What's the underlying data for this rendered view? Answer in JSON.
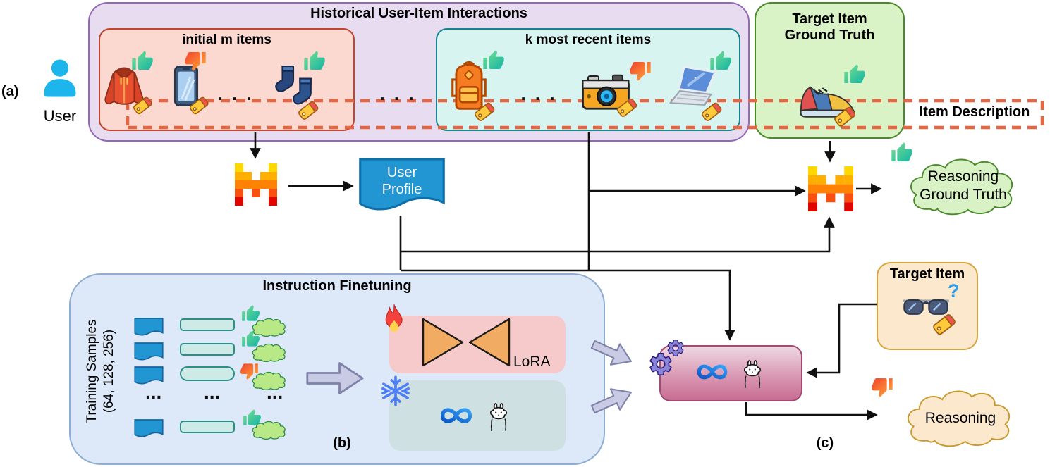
{
  "labels": {
    "panel_a": "(a)",
    "panel_b": "(b)",
    "panel_c": "(c)",
    "user": "User",
    "historical_title": "Historical User-Item Interactions",
    "initial_items_title": "initial m items",
    "recent_items_title": "k most recent items",
    "target_gt_line1": "Target Item",
    "target_gt_line2": "Ground Truth",
    "item_description": "Item Description",
    "user_profile_line1": "User",
    "user_profile_line2": "Profile",
    "reasoning_gt_line1": "Reasoning",
    "reasoning_gt_line2": "Ground Truth",
    "instruction_title": "Instruction Finetuning",
    "training_samples_line1": "Training Samples",
    "training_samples_line2": "(64, 128, 256)",
    "lora": "LoRA",
    "target_item_title": "Target Item",
    "question_mark": "?",
    "reasoning": "Reasoning",
    "ellipsis": ". . .",
    "vdots": "..."
  },
  "historical_interactions": {
    "initial_items": [
      {
        "item": "hoodie",
        "feedback": "thumbs-up"
      },
      {
        "item": "smartphone",
        "feedback": "thumbs-down"
      },
      {
        "item": "socks",
        "feedback": "thumbs-up"
      }
    ],
    "recent_items": [
      {
        "item": "backpack",
        "feedback": "thumbs-up"
      },
      {
        "item": "camera",
        "feedback": "thumbs-down"
      },
      {
        "item": "laptop",
        "feedback": "thumbs-up"
      }
    ],
    "every_item_has": "price-tag"
  },
  "target_ground_truth": {
    "item": "sneaker",
    "feedback": "thumbs-up"
  },
  "inference": {
    "target_item": "sunglasses",
    "predicted_feedback": "thumbs-down"
  },
  "training_rows": [
    {
      "input": "doc",
      "prompt": "field",
      "feedback": "thumbs-up",
      "output": "reasoning-cloud"
    },
    {
      "input": "doc",
      "prompt": "field",
      "feedback": "thumbs-up",
      "output": "reasoning-cloud"
    },
    {
      "input": "doc",
      "prompt": "field",
      "feedback": "thumbs-down",
      "output": "reasoning-cloud"
    },
    {
      "input": "doc",
      "prompt": "field",
      "feedback": "thumbs-up",
      "output": "reasoning-cloud"
    }
  ],
  "colors": {
    "historical_fill": "#e8ddf0",
    "historical_border": "#9368b5",
    "initial_fill": "#fbd9d1",
    "initial_border": "#c2452f",
    "recent_fill": "#d8f4f0",
    "recent_border": "#178290",
    "target_gt_fill": "#daf3c6",
    "target_gt_border": "#4a8a2a",
    "dashed_band": "#e96540",
    "instruction_fill": "#dde9f8",
    "instruction_border": "#8fadd2",
    "lora_fill": "#f6caca",
    "frozen_fill": "#cfe0e2",
    "llm_box_top": "#eed8e2",
    "llm_box_bottom": "#c76d93",
    "llm_box_border": "#a14a73",
    "target_item_fill": "#fbe8cd",
    "target_item_border": "#d9a43b",
    "profile_fill": "#2196d3",
    "meta_blue": "#1877f2",
    "user_icon": "#1cb5ec",
    "mistral_rows": [
      "#ffd800",
      "#ffaf00",
      "#ff8205",
      "#fa500f",
      "#e10500"
    ],
    "thumb_up": [
      "#7ee08e",
      "#12b5a5"
    ],
    "thumb_down": [
      "#ffb03a",
      "#f2402c"
    ]
  }
}
